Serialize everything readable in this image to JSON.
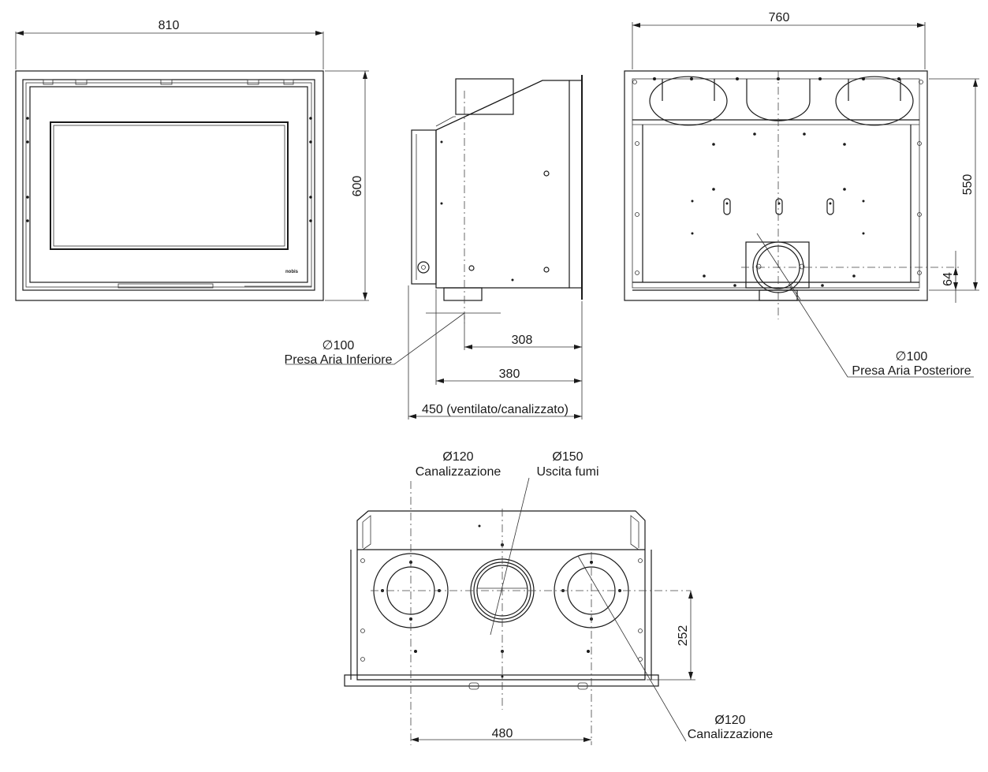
{
  "dimensions": {
    "front_width": "810",
    "front_height": "600",
    "back_width": "760",
    "back_height": "550",
    "back_offset": "64",
    "side_308": "308",
    "side_380": "380",
    "side_450": "450 (ventilato/canalizzato)",
    "top_depth": "252",
    "top_spacing": "480"
  },
  "labels": {
    "inlet_bottom_diameter": "∅100",
    "inlet_bottom_name": "Presa Aria Inferiore",
    "inlet_back_diameter": "∅100",
    "inlet_back_name": "Presa Aria Posteriore",
    "duct_left_diameter": "Ø120",
    "duct_left_name": "Canalizzazione",
    "flue_diameter": "Ø150",
    "flue_name": "Uscita fumi",
    "duct_right_diameter": "Ø120",
    "duct_right_name": "Canalizzazione",
    "brand_mark": "nobis"
  }
}
